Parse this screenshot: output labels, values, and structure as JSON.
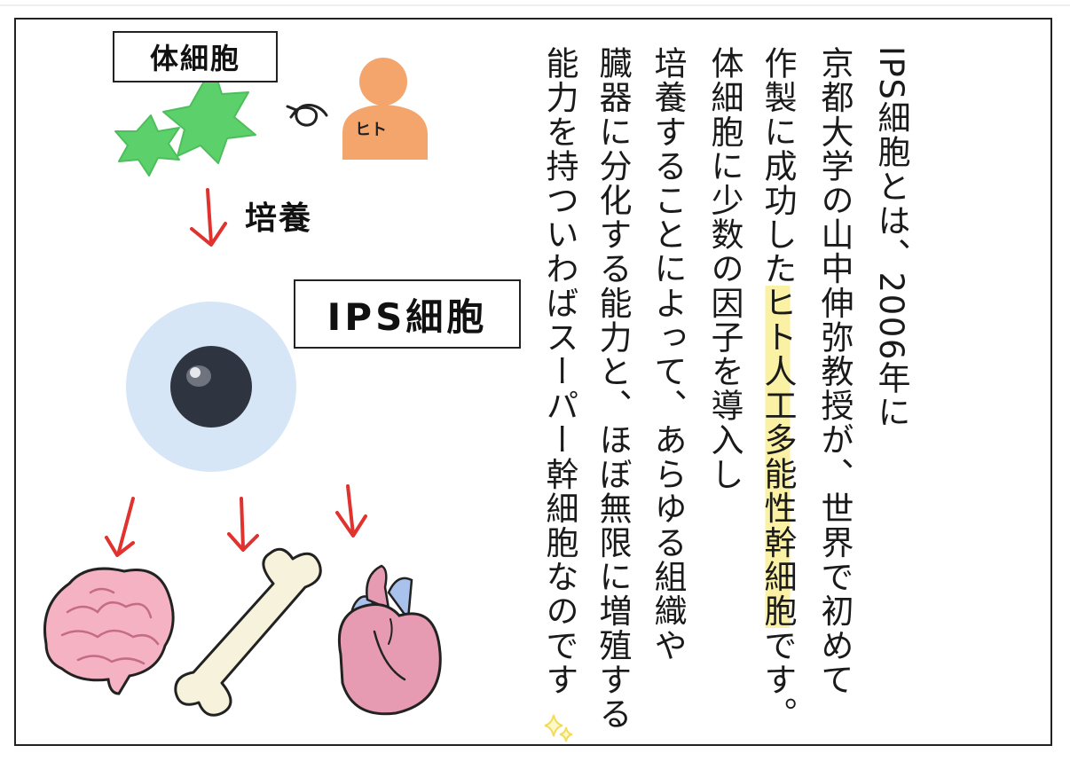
{
  "labels": {
    "somatic_cell": "体細胞",
    "human": "ヒト",
    "culture": "培養",
    "ips_cell": "IPS細胞"
  },
  "text": {
    "line1": "IPS細胞とは、2006年に",
    "line2": "京都大学の山中伸弥教授が、世界で初めて",
    "line3_before": "作製に成功した",
    "line3_highlight": "ヒト人工多能性幹細胞",
    "line3_after": "です。",
    "line4": "体細胞に少数の因子を導入し",
    "line5": "培養することによって、あらゆる組織や",
    "line6": "臓器に分化する能力と、ほぼ無限に増殖する",
    "line7": "能力を持ついわばスーパー幹細胞なのです"
  },
  "icons": [
    "somatic-cell-star-icon",
    "human-figure-icon",
    "curved-arrow-icon",
    "down-arrow-icon",
    "ips-cell-icon",
    "brain-icon",
    "bone-icon",
    "heart-icon",
    "sparkle-icon"
  ],
  "colors": {
    "cell_green": "#5cd06a",
    "human_orange": "#f4a56c",
    "arrow_red": "#e0322e",
    "ips_halo": "#d6e6f6",
    "ips_nucleus": "#2f3540",
    "brain_pink": "#f4b2c2",
    "bone_cream": "#f7f2dc",
    "heart_pink": "#e79bb2",
    "heart_blue": "#a9c2ec",
    "highlight_yellow": "#fbf1a4",
    "sparkle_yellow": "#f2dc5a"
  }
}
